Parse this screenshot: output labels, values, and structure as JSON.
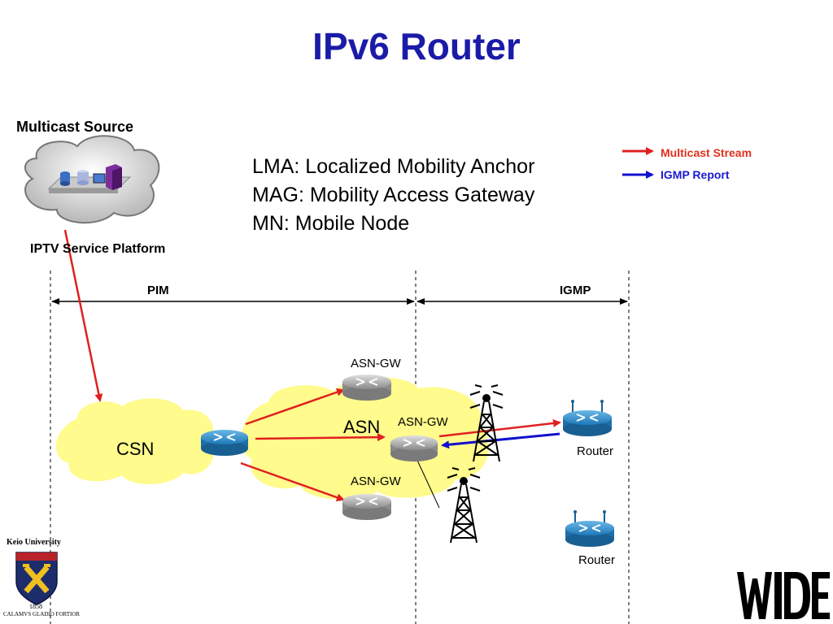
{
  "title": "IPv6 Router",
  "source": {
    "label": "Multicast Source",
    "platform_label": "IPTV Service Platform"
  },
  "definitions": [
    "LMA: Localized Mobility Anchor",
    "MAG: Mobility Access Gateway",
    "MN: Mobile Node"
  ],
  "legend": {
    "multicast_stream": "Multicast Stream",
    "igmp_report": "IGMP Report",
    "multicast_color": "#e02020",
    "igmp_color": "#1010d0"
  },
  "zones": {
    "pim": "PIM",
    "igmp": "IGMP"
  },
  "nodes": {
    "csn": "CSN",
    "asn": "ASN",
    "asn_gw_top": "ASN-GW",
    "asn_gw_mid": "ASN-GW",
    "asn_gw_bottom": "ASN-GW",
    "router_top": "Router",
    "router_bottom": "Router"
  },
  "logos": {
    "keio_name": "Keio University",
    "keio_year": "1858",
    "keio_motto": "CALAMVS GLADIO FORTIOR",
    "wide": "WIDE"
  }
}
